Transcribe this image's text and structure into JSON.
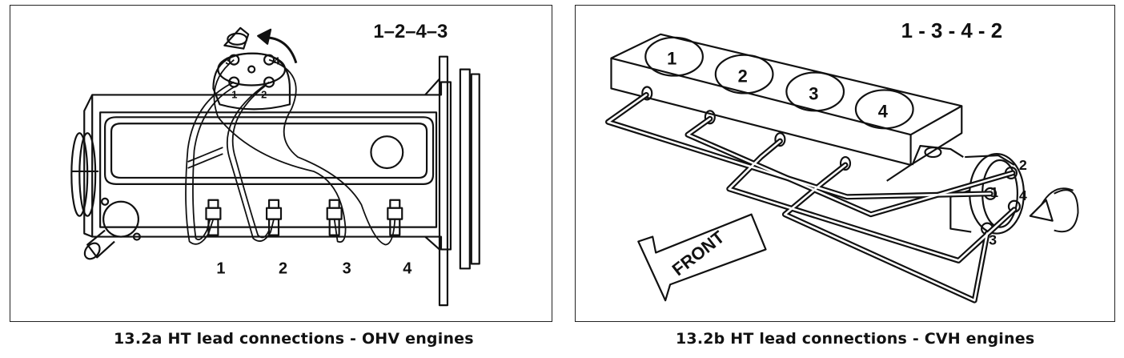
{
  "ohv": {
    "firing_order": "1–2–4–3",
    "distributor_labels": [
      "3",
      "4",
      "1",
      "2"
    ],
    "plug_labels": [
      "1",
      "2",
      "3",
      "4"
    ],
    "caption": "13.2a  HT lead connections - OHV engines"
  },
  "cvh": {
    "firing_order": "1 - 3 - 4 - 2",
    "cylinder_labels": [
      "1",
      "2",
      "3",
      "4"
    ],
    "distributor_labels": [
      "2",
      "1",
      "4",
      "3"
    ],
    "front_label": "FRONT",
    "caption": "13.2b  HT lead connections - CVH engines"
  }
}
